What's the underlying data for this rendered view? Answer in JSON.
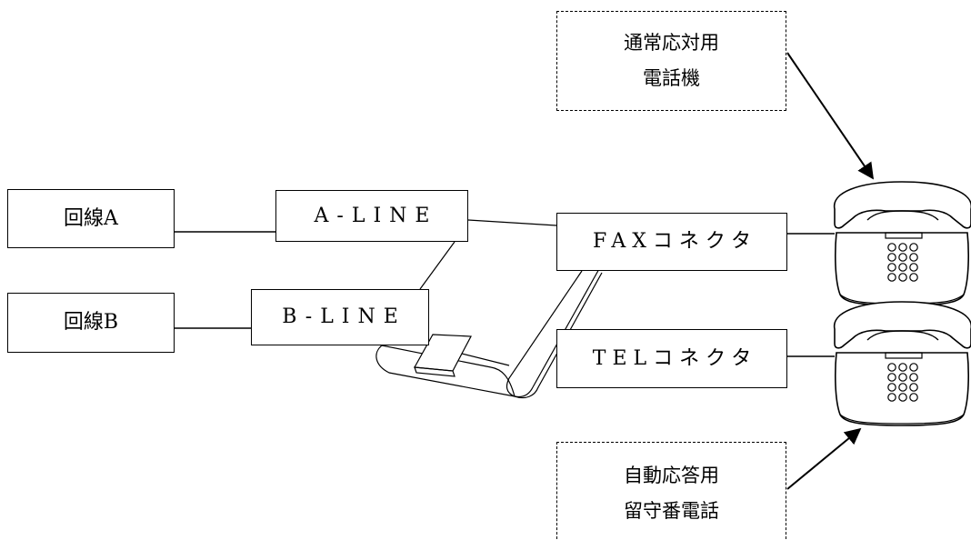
{
  "boxes": {
    "line_a": "回線A",
    "line_b": "回線B",
    "a_line": "A-LINE",
    "b_line": "B-LINE",
    "fax_connector": "FAXコネクタ",
    "tel_connector": "TELコネクタ"
  },
  "notes": {
    "normal_phone": [
      "通常応対用",
      "電話機"
    ],
    "answering_machine": [
      "自動応答用",
      "留守番電話"
    ]
  },
  "icons": {
    "top_device": "telephone-icon",
    "bottom_device": "telephone-icon",
    "adapter": "line-switch-adapter-icon"
  },
  "colors": {
    "stroke": "#000000",
    "background": "#ffffff"
  }
}
